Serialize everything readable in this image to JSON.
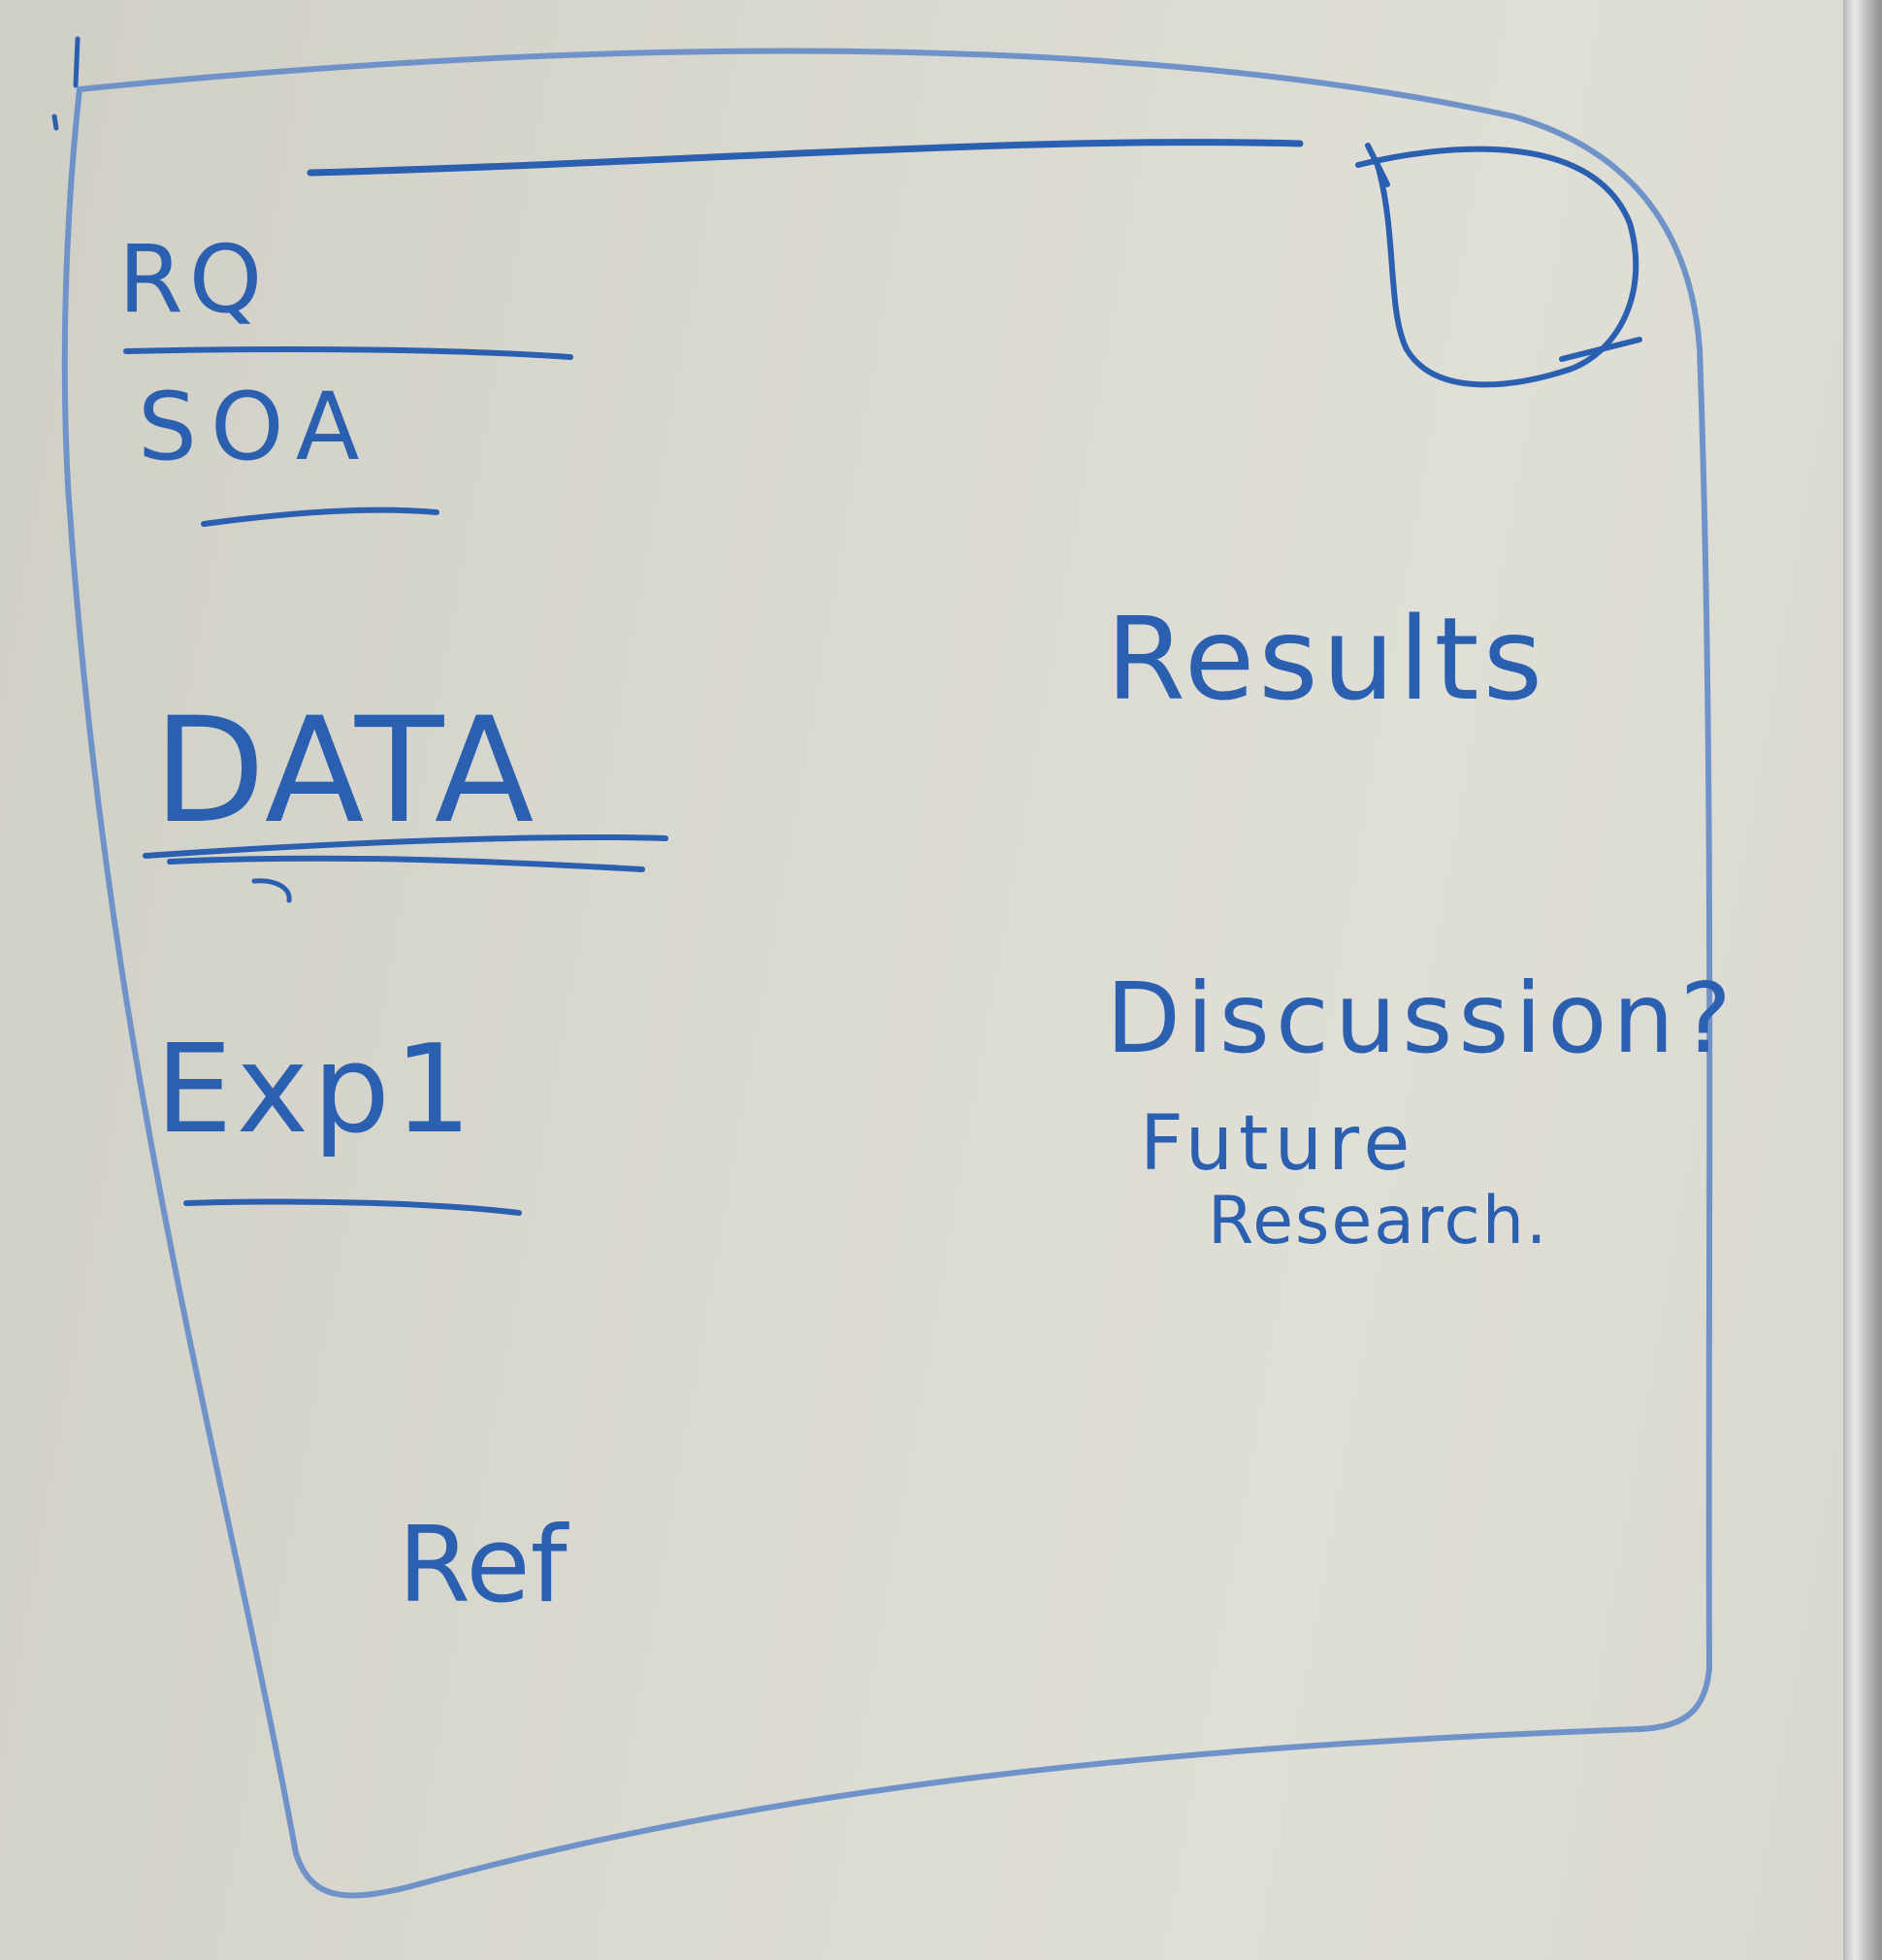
{
  "whiteboard": {
    "ink_color": "#2b5fb0",
    "board_color": "#dad9d1",
    "sections_left": {
      "rq": "RQ",
      "soa": "SOA",
      "data": "DATA",
      "exp": "Exp1",
      "ref": "Ref"
    },
    "sections_right": {
      "results": "Results",
      "discussion": "Discussion?",
      "future": "Future",
      "research": "Research."
    }
  }
}
